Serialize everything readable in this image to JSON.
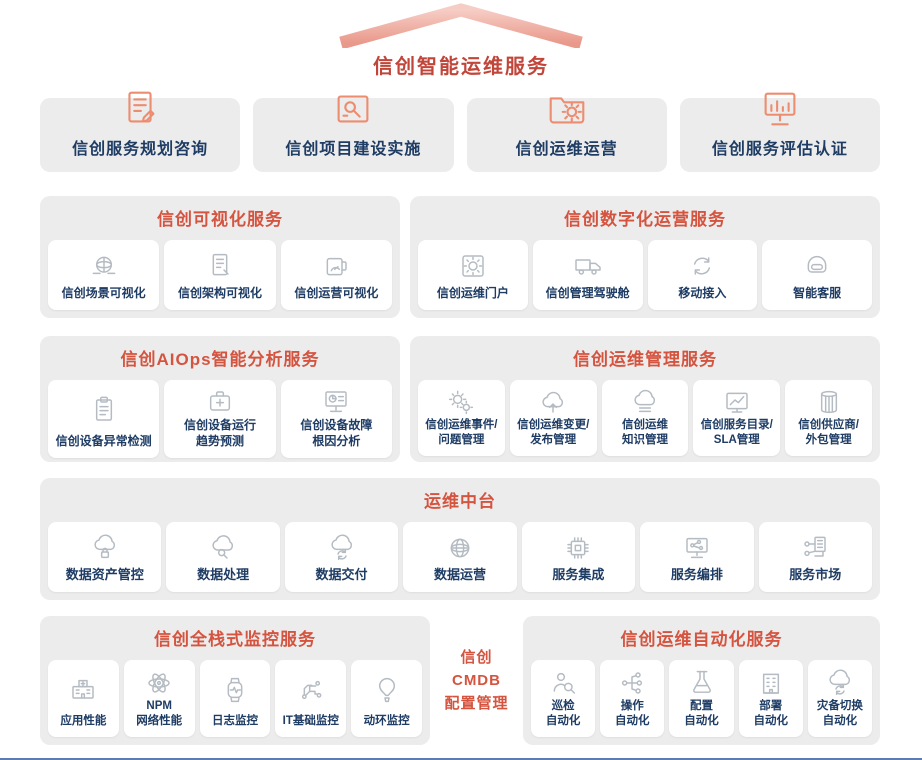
{
  "diagram": {
    "title": "信创智能运维服务",
    "colors": {
      "title_red": "#c2453a",
      "header_red": "#d5543f",
      "panel_gray": "#ececec",
      "card_text_navy": "#1e3c64",
      "icon_gray": "#b4bbc2",
      "icon_orange": "#ec8d70",
      "arrow_pink_light": "#f6cdc5",
      "arrow_pink_dark": "#e9998b"
    },
    "top_services": [
      {
        "label": "信创服务规划咨询",
        "icon": "plan-doc-icon"
      },
      {
        "label": "信创项目建设实施",
        "icon": "blueprint-icon"
      },
      {
        "label": "信创运维运营",
        "icon": "folder-gear-icon"
      },
      {
        "label": "信创服务评估认证",
        "icon": "evaluation-chart-icon"
      }
    ],
    "panels": {
      "visualization": {
        "title": "信创可视化服务",
        "items": [
          {
            "label": "信创场景可视化",
            "icon": "scene-globe-icon"
          },
          {
            "label": "信创架构可视化",
            "icon": "architecture-doc-icon"
          },
          {
            "label": "信创运营可视化",
            "icon": "operation-gauge-icon"
          }
        ]
      },
      "digital_operation": {
        "title": "信创数字化运营服务",
        "items": [
          {
            "label": "信创运维门户",
            "icon": "portal-gear-icon"
          },
          {
            "label": "信创管理驾驶舱",
            "icon": "cockpit-truck-icon"
          },
          {
            "label": "移动接入",
            "icon": "mobile-sync-icon"
          },
          {
            "label": "智能客服",
            "icon": "ai-agent-icon"
          }
        ]
      },
      "aiops": {
        "title": "信创AIOps智能分析服务",
        "items": [
          {
            "label": "信创设备异常检测",
            "icon": "anomaly-clipboard-icon"
          },
          {
            "label": "信创设备运行\n趋势预测",
            "icon": "trend-medkit-icon"
          },
          {
            "label": "信创设备故障\n根因分析",
            "icon": "root-cause-monitor-icon"
          }
        ]
      },
      "ops_management": {
        "title": "信创运维管理服务",
        "items": [
          {
            "label": "信创运维事件/\n问题管理",
            "icon": "incident-gears-icon"
          },
          {
            "label": "信创运维变更/\n发布管理",
            "icon": "change-cloud-upload-icon"
          },
          {
            "label": "信创运维\n知识管理",
            "icon": "knowledge-cloud-icon"
          },
          {
            "label": "信创服务目录/\nSLA管理",
            "icon": "sla-report-icon"
          },
          {
            "label": "信创供应商/\n外包管理",
            "icon": "vendor-container-icon"
          }
        ]
      },
      "middle_platform": {
        "title": "运维中台",
        "items": [
          {
            "label": "数据资产管控",
            "icon": "data-asset-lock-icon"
          },
          {
            "label": "数据处理",
            "icon": "data-process-search-icon"
          },
          {
            "label": "数据交付",
            "icon": "data-delivery-sync-icon"
          },
          {
            "label": "数据运营",
            "icon": "data-operation-globe-icon"
          },
          {
            "label": "服务集成",
            "icon": "service-integration-chip-icon"
          },
          {
            "label": "服务编排",
            "icon": "service-orchestration-icon"
          },
          {
            "label": "服务市场",
            "icon": "service-market-icon"
          }
        ]
      },
      "monitoring": {
        "title": "信创全栈式监控服务",
        "items": [
          {
            "label": "应用性能",
            "icon": "app-performance-icon"
          },
          {
            "label": "NPM\n网络性能",
            "icon": "network-atom-icon"
          },
          {
            "label": "日志监控",
            "icon": "log-watch-icon"
          },
          {
            "label": "IT基础监控",
            "icon": "it-infra-circuit-icon"
          },
          {
            "label": "动环监控",
            "icon": "env-monitor-balloon-icon"
          }
        ]
      },
      "cmdb": {
        "title": "信创\nCMDB\n配置管理"
      },
      "automation": {
        "title": "信创运维自动化服务",
        "items": [
          {
            "label": "巡检\n自动化",
            "icon": "inspection-automation-icon"
          },
          {
            "label": "操作\n自动化",
            "icon": "operation-automation-icon"
          },
          {
            "label": "配置\n自动化",
            "icon": "config-automation-icon"
          },
          {
            "label": "部署\n自动化",
            "icon": "deploy-automation-icon"
          },
          {
            "label": "灾备切换\n自动化",
            "icon": "failover-automation-icon"
          }
        ]
      }
    }
  }
}
